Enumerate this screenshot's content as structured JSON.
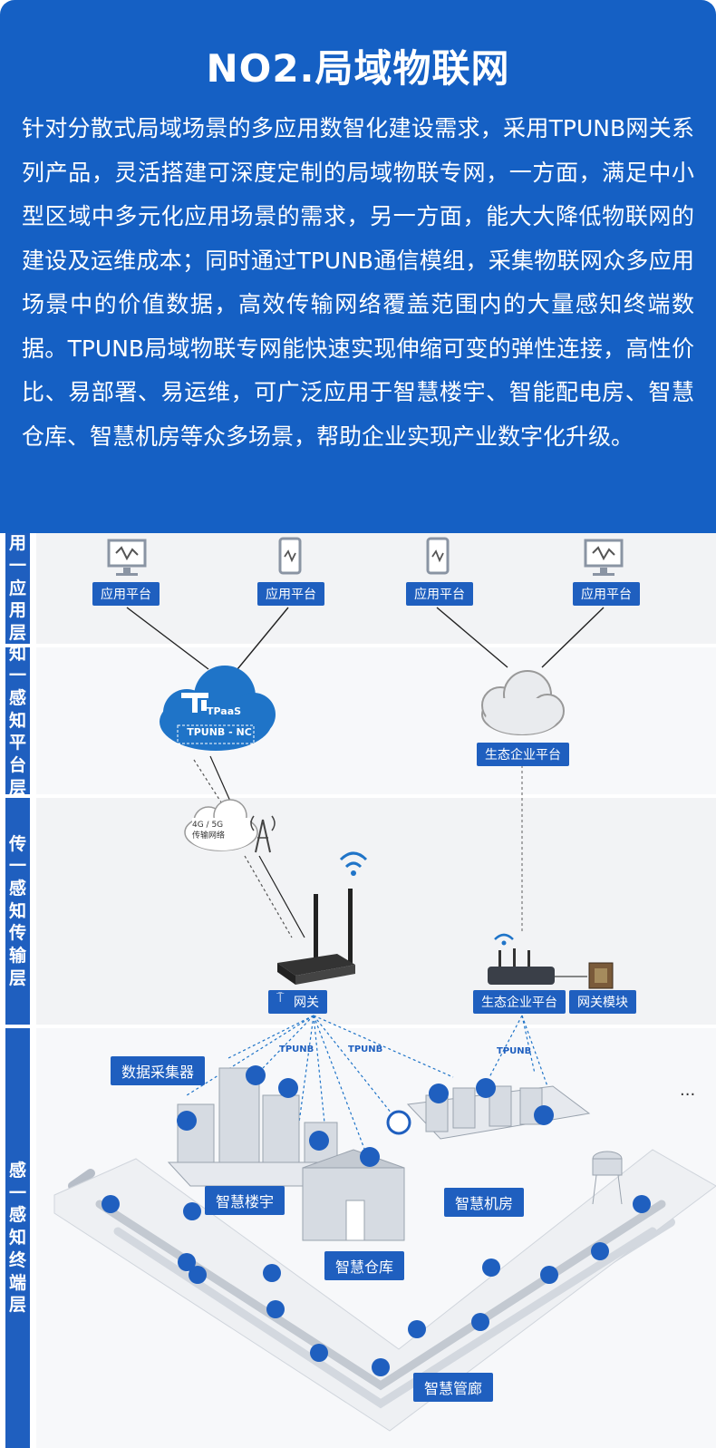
{
  "header": {
    "title": "NO2.局域物联网",
    "body": "针对分散式局域场景的多应用数智化建设需求，采用TPUNB网关系列产品，灵活搭建可深度定制的局域物联专网，一方面，满足中小型区域中多元化应用场景的需求，另一方面，能大大降低物联网的建设及运维成本；同时通过TPUNB通信模组，采集物联网众多应用场景中的价值数据，高效传输网络覆盖范围内的大量感知终端数据。TPUNB局域物联专网能快速实现伸缩可变的弹性连接，高性价比、易部署、易运维，可广泛应用于智慧楼宇、智能配电房、智慧仓库、智慧机房等众多场景，帮助企业实现产业数字化升级。"
  },
  "layers": {
    "application": "用一应用层",
    "platform": "知一感知平台层",
    "transport": "传一感知传输层",
    "terminal": "感一感知终端层"
  },
  "application_tags": [
    "应用平台",
    "应用平台",
    "应用平台",
    "应用平台"
  ],
  "platform": {
    "cloud_brand": "TPaaS",
    "cloud_sub": "TPUNB - NC",
    "eco_platform": "生态企业平台"
  },
  "transport": {
    "network_line1": "4G / 5G",
    "network_line2": "传输网络",
    "gateway": "网关",
    "eco_platform": "生态企业平台",
    "gateway_module": "网关模块"
  },
  "terminal": {
    "collector": "数据采集器",
    "tpunb_labels": [
      "TPUNB",
      "TPUNB",
      "TPUNB"
    ],
    "smart_building": "智慧楼宇",
    "smart_warehouse": "智慧仓库",
    "smart_server_room": "智慧机房",
    "smart_pipe_gallery": "智慧管廊",
    "more": "..."
  },
  "colors": {
    "brand_blue": "#1560c4",
    "tag_blue": "#1f5fbf",
    "layer_bg": "#f2f3f5"
  }
}
